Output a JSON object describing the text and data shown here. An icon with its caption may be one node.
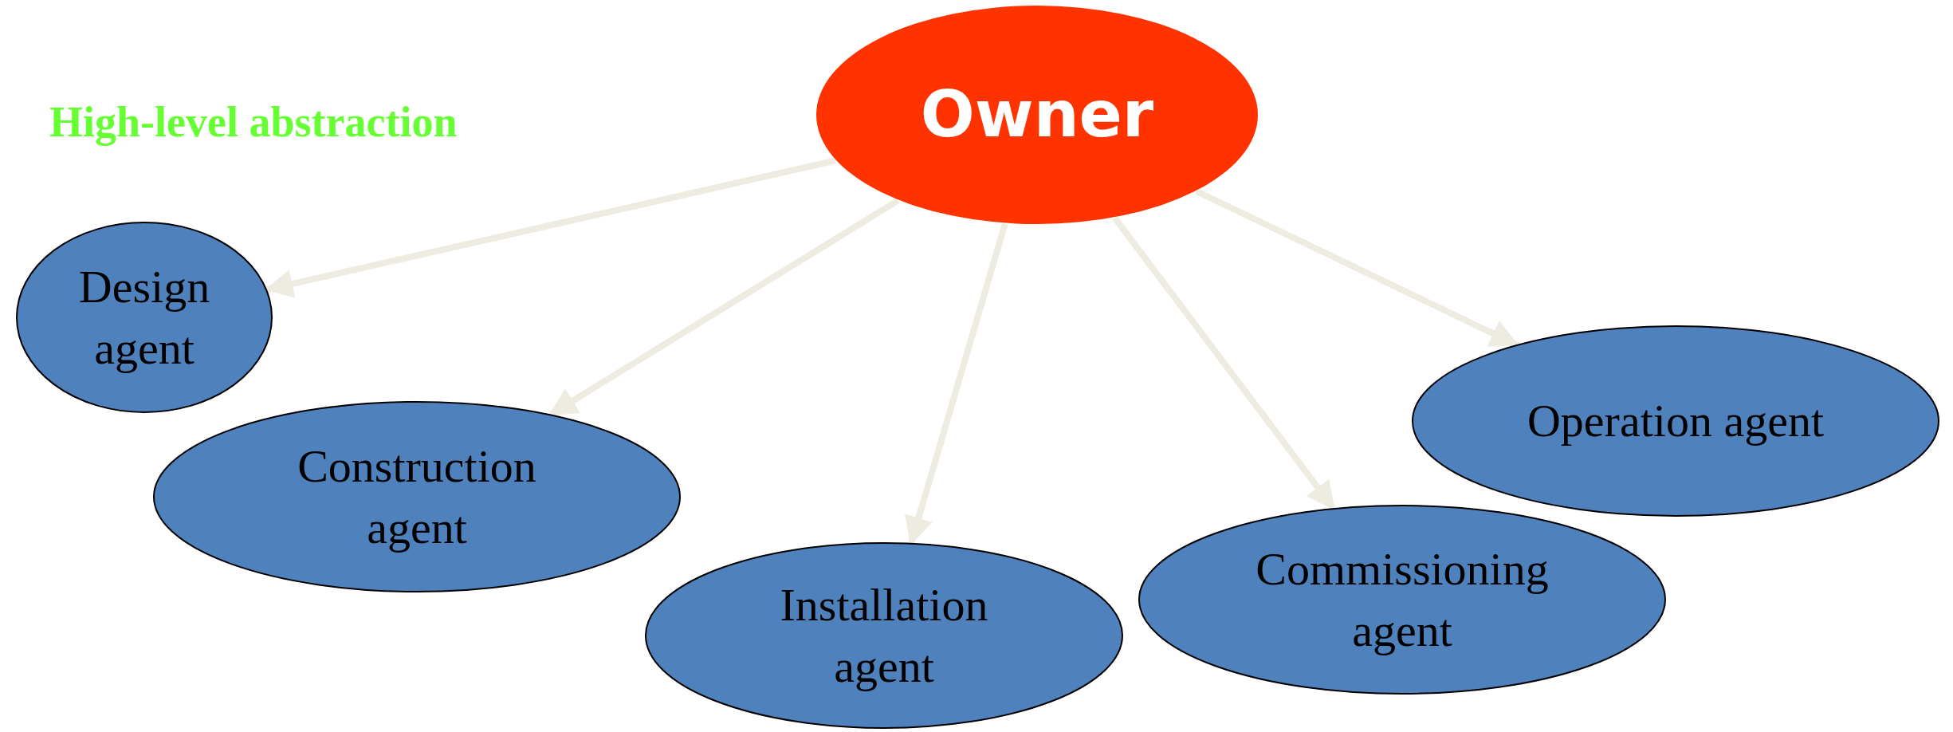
{
  "diagram": {
    "nodes": [
      {
        "text": [
          "Owner"
        ]
      },
      {
        "text": [
          "Design agent"
        ]
      },
      {
        "text": [
          "Construction agent"
        ]
      },
      {
        "text": [
          "Installation agent"
        ]
      },
      {
        "text": [
          "Commissioning agent"
        ]
      },
      {
        "text": [
          "Operation agent"
        ]
      }
    ],
    "edges": [
      {
        "from": 0,
        "to": 1,
        "arrow": "to"
      },
      {
        "from": 0,
        "to": 2,
        "arrow": "to"
      },
      {
        "from": 0,
        "to": 3,
        "arrow": "to"
      },
      {
        "from": 0,
        "to": 4,
        "arrow": "to"
      },
      {
        "from": 0,
        "to": 5,
        "arrow": "to"
      }
    ],
    "labels": [
      "High-level abstraction"
    ]
  }
}
